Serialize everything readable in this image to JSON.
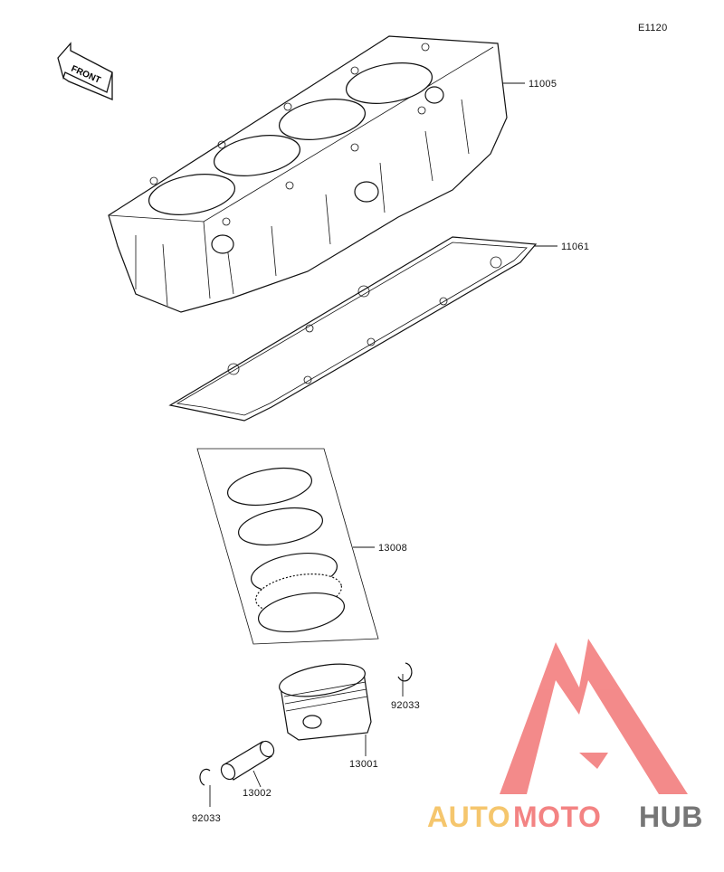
{
  "diagram_code": "E1120",
  "front_label": "FRONT",
  "parts": [
    {
      "id": "p1",
      "number": "11005"
    },
    {
      "id": "p2",
      "number": "11061"
    },
    {
      "id": "p3",
      "number": "13008"
    },
    {
      "id": "p4",
      "number": "92033"
    },
    {
      "id": "p5",
      "number": "13001"
    },
    {
      "id": "p6",
      "number": "13002"
    },
    {
      "id": "p7",
      "number": "92033"
    }
  ],
  "watermark": {
    "part1": "AUTO",
    "part2": "MOTO",
    "part3": "HUB",
    "colors": {
      "auto": "#f2b33d",
      "moto": "#ef5a5a",
      "hub": "#555555",
      "triangle": "#ef5a5a"
    }
  }
}
